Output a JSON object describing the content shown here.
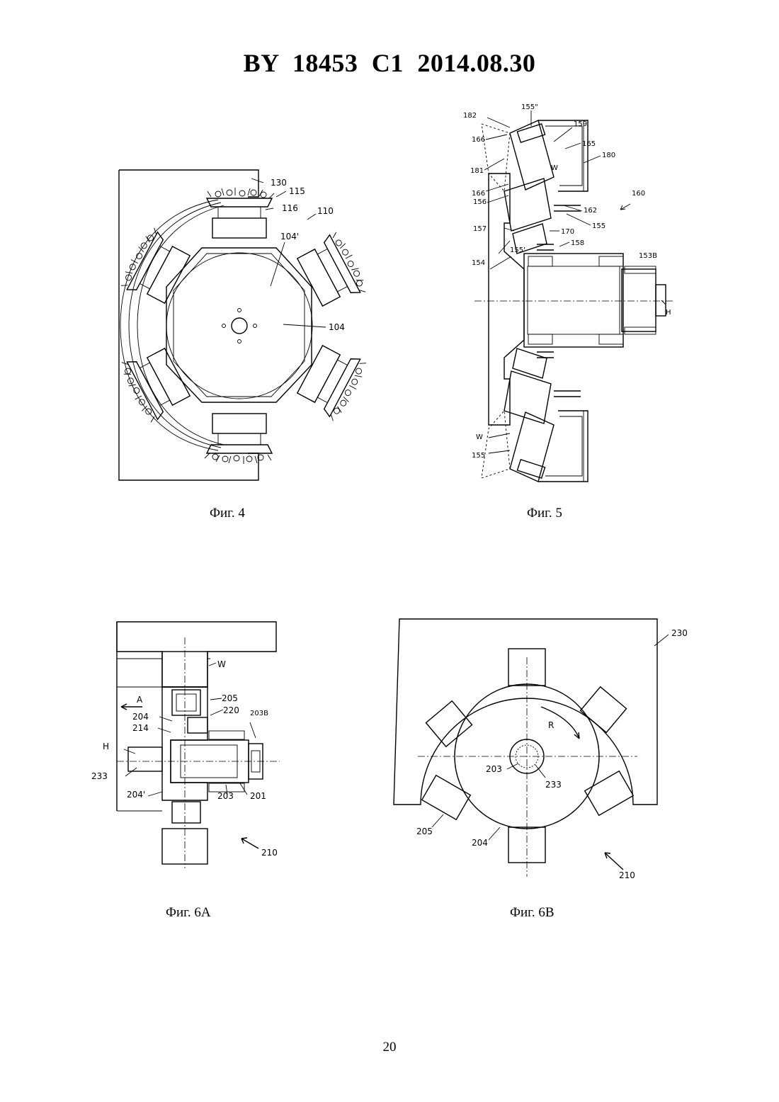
{
  "header": {
    "title": "BY  18453  C1  2014.08.30"
  },
  "figures": [
    {
      "caption": "Фиг. 4",
      "labels": [
        "130",
        "115",
        "116",
        "110",
        "104'",
        "104"
      ]
    },
    {
      "caption": "Фиг. 5",
      "labels": [
        "155\"",
        "182",
        "159",
        "166",
        "165",
        "180",
        "181",
        "W",
        "166",
        "160",
        "156",
        "162",
        "155",
        "157",
        "170",
        "158",
        "155'",
        "154",
        "153B",
        "H",
        "W",
        "155"
      ]
    },
    {
      "caption": "Фиг. 6A",
      "labels": [
        "W",
        "205",
        "A",
        "220",
        "204",
        "203B",
        "214",
        "H",
        "233",
        "204'",
        "203",
        "201",
        "210"
      ]
    },
    {
      "caption": "Фиг. 6B",
      "labels": [
        "230",
        "R",
        "203",
        "233",
        "205",
        "204",
        "210"
      ]
    }
  ],
  "footer": {
    "page_number": "20"
  }
}
